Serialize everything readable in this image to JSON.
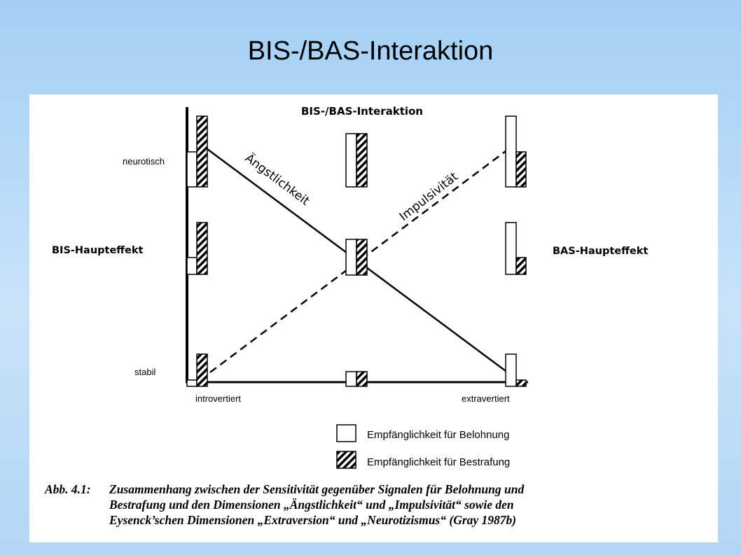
{
  "slide": {
    "title": "BIS-/BAS-Interaktion"
  },
  "figure": {
    "top_title": "BIS-/BAS-Interaktion",
    "left_label": "BIS-Haupteffekt",
    "right_label": "BAS-Haupteffekt",
    "y_labels": {
      "top": "neurotisch",
      "bottom": "stabil"
    },
    "x_labels": {
      "left": "introvertiert",
      "right": "extravertiert"
    },
    "line_labels": {
      "solid": "Ängstlichkeit",
      "dashed": "Impulsivität"
    },
    "legend": [
      {
        "label": "Empfänglichkeit für Belohnung",
        "pattern": "white"
      },
      {
        "label": "Empfänglichkeit für Bestrafung",
        "pattern": "hatched"
      }
    ],
    "caption": {
      "label": "Abb. 4.1:",
      "line1": "Zusammenhang zwischen der Sensitivität gegenüber Signalen für Belohnung und",
      "line2": "Bestrafung und den Dimensionen „Ängstlichkeit“ und „Impulsivität“ sowie den",
      "line3": "Eysenck’schen Dimensionen „Extraversion“ und „Neurotizismus“ (Gray 1987b)"
    }
  },
  "colors": {
    "background_top": "#a3cff5",
    "background_bottom": "#c9e2f8",
    "ink": "#000000"
  }
}
